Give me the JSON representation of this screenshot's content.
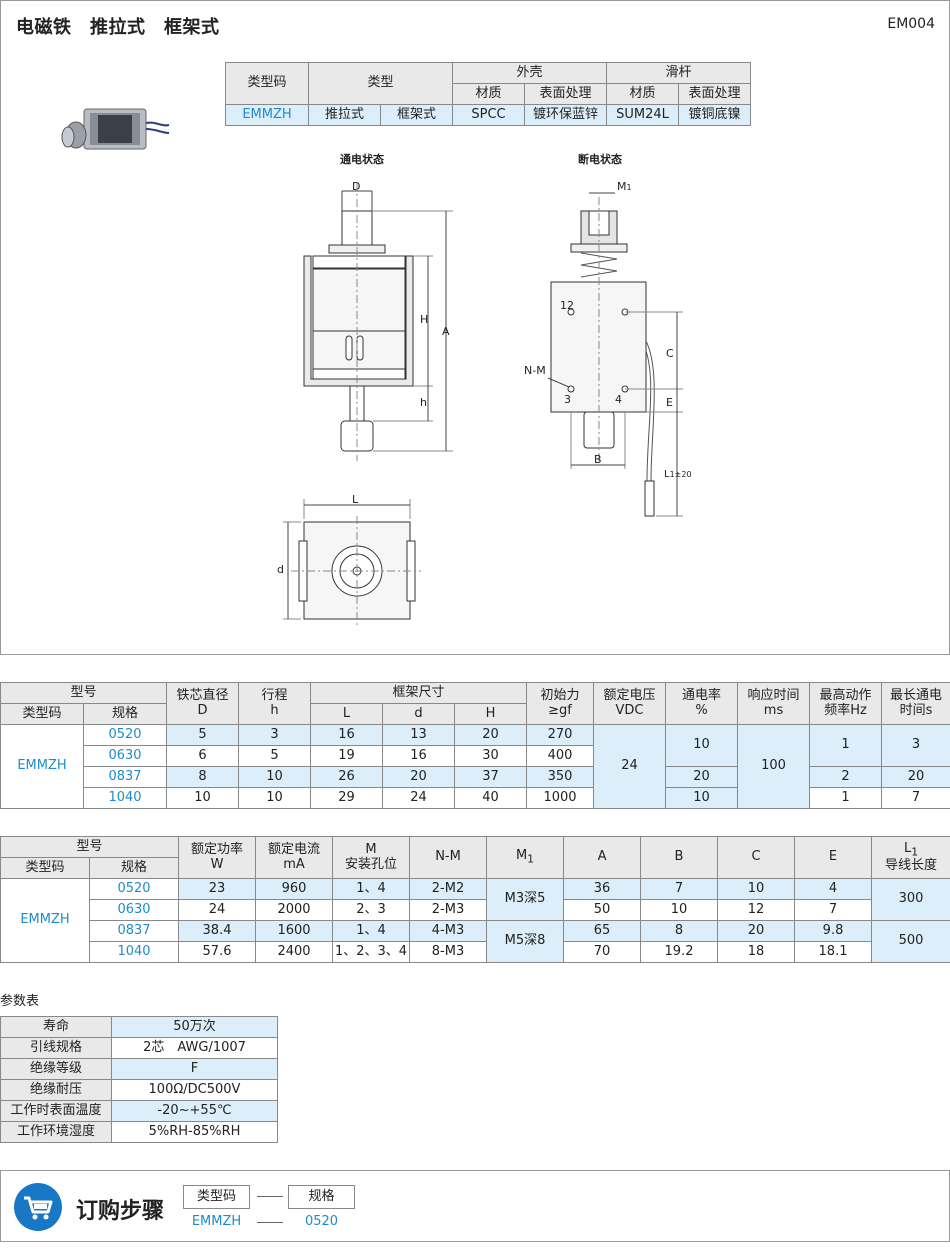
{
  "header": {
    "title": "电磁铁　推拉式　框架式",
    "code": "EM004"
  },
  "head_table": {
    "h_code": "类型码",
    "h_type": "类型",
    "h_shell": "外壳",
    "h_rod": "滑杆",
    "h_mat1": "材质",
    "h_surf1": "表面处理",
    "h_mat2": "材质",
    "h_surf2": "表面处理",
    "code": "EMMZH",
    "type1": "推拉式",
    "type2": "框架式",
    "shell_mat": "SPCC",
    "shell_surf": "镀环保蓝锌",
    "rod_mat": "SUM24L",
    "rod_surf": "镀铜底镍"
  },
  "drawing": {
    "label_on": "通电状态",
    "label_off": "断电状态",
    "D": "D",
    "H": "H",
    "A": "A",
    "h": "h",
    "L": "L",
    "d": "d",
    "M1": "M",
    "M1_sub": "1",
    "C": "C",
    "E": "E",
    "B": "B",
    "NM": "N-M",
    "n12": "12",
    "n3": "3",
    "n4": "4",
    "L1": "L",
    "L1_sub": "1±20"
  },
  "t1": {
    "h_model": "型号",
    "h_code": "类型码",
    "h_spec": "规格",
    "h_core": "铁芯直径",
    "h_core_u": "D",
    "h_stroke": "行程",
    "h_stroke_u": "h",
    "h_frame": "框架尺寸",
    "h_L": "L",
    "h_d": "d",
    "h_H": "H",
    "h_force": "初始力",
    "h_force_u": "≥gf",
    "h_volt": "额定电压",
    "h_volt_u": "VDC",
    "h_duty": "通电率",
    "h_duty_u": "%",
    "h_resp": "响应时间",
    "h_resp_u": "ms",
    "h_freq": "最高动作",
    "h_freq_u": "频率Hz",
    "h_maxon": "最长通电",
    "h_maxon_u": "时间s",
    "code": "EMMZH",
    "rows": [
      {
        "spec": "0520",
        "D": "5",
        "h": "3",
        "L": "16",
        "d": "13",
        "H": "20",
        "force": "270"
      },
      {
        "spec": "0630",
        "D": "6",
        "h": "5",
        "L": "19",
        "d": "16",
        "H": "30",
        "force": "400"
      },
      {
        "spec": "0837",
        "D": "8",
        "h": "10",
        "L": "26",
        "d": "20",
        "H": "37",
        "force": "350"
      },
      {
        "spec": "1040",
        "D": "10",
        "h": "10",
        "L": "29",
        "d": "24",
        "H": "40",
        "force": "1000"
      }
    ],
    "volt": "24",
    "duty_a": "10",
    "duty_b": "20",
    "duty_c": "10",
    "resp": "100",
    "freq_a": "1",
    "freq_b": "2",
    "freq_c": "1",
    "maxon_a": "3",
    "maxon_b": "20",
    "maxon_c": "7"
  },
  "t2": {
    "h_model": "型号",
    "h_code": "类型码",
    "h_spec": "规格",
    "h_power": "额定功率",
    "h_power_u": "W",
    "h_current": "额定电流",
    "h_current_u": "mA",
    "h_M": "M",
    "h_M_u": "安装孔位",
    "h_NM": "N-M",
    "h_M1": "M",
    "h_M1_sub": "1",
    "h_A": "A",
    "h_B": "B",
    "h_C": "C",
    "h_E": "E",
    "h_L1": "L",
    "h_L1_sub": "1",
    "h_L1_u": "导线长度",
    "code": "EMMZH",
    "rows": [
      {
        "spec": "0520",
        "W": "23",
        "mA": "960",
        "M": "1、4",
        "NM": "2-M2",
        "A": "36",
        "B": "7",
        "C": "10",
        "E": "4"
      },
      {
        "spec": "0630",
        "W": "24",
        "mA": "2000",
        "M": "2、3",
        "NM": "2-M3",
        "A": "50",
        "B": "10",
        "C": "12",
        "E": "7"
      },
      {
        "spec": "0837",
        "W": "38.4",
        "mA": "1600",
        "M": "1、4",
        "NM": "4-M3",
        "A": "65",
        "B": "8",
        "C": "20",
        "E": "9.8"
      },
      {
        "spec": "1040",
        "W": "57.6",
        "mA": "2400",
        "M": "1、2、3、4",
        "NM": "8-M3",
        "A": "70",
        "B": "19.2",
        "C": "18",
        "E": "18.1"
      }
    ],
    "M1_a": "M3深5",
    "M1_b": "M5深8",
    "L1_a": "300",
    "L1_b": "500"
  },
  "params": {
    "label": "参数表",
    "rows": [
      {
        "k": "寿命",
        "v": "50万次"
      },
      {
        "k": "引线规格",
        "v": "2芯　AWG/1007"
      },
      {
        "k": "绝缘等级",
        "v": "F"
      },
      {
        "k": "绝缘耐压",
        "v": "100Ω/DC500V"
      },
      {
        "k": "工作时表面温度",
        "v": "-20~+55℃"
      },
      {
        "k": "工作环境湿度",
        "v": "5%RH-85%RH"
      }
    ]
  },
  "order": {
    "title": "订购步骤",
    "step1": "类型码",
    "step2": "规格",
    "val1": "EMMZH",
    "val2": "0520"
  },
  "colors": {
    "accent": "#1d8ccc",
    "cell_blue": "#dceefa",
    "header_gray": "#e9e9e9",
    "cart_blue": "#1878c5"
  }
}
